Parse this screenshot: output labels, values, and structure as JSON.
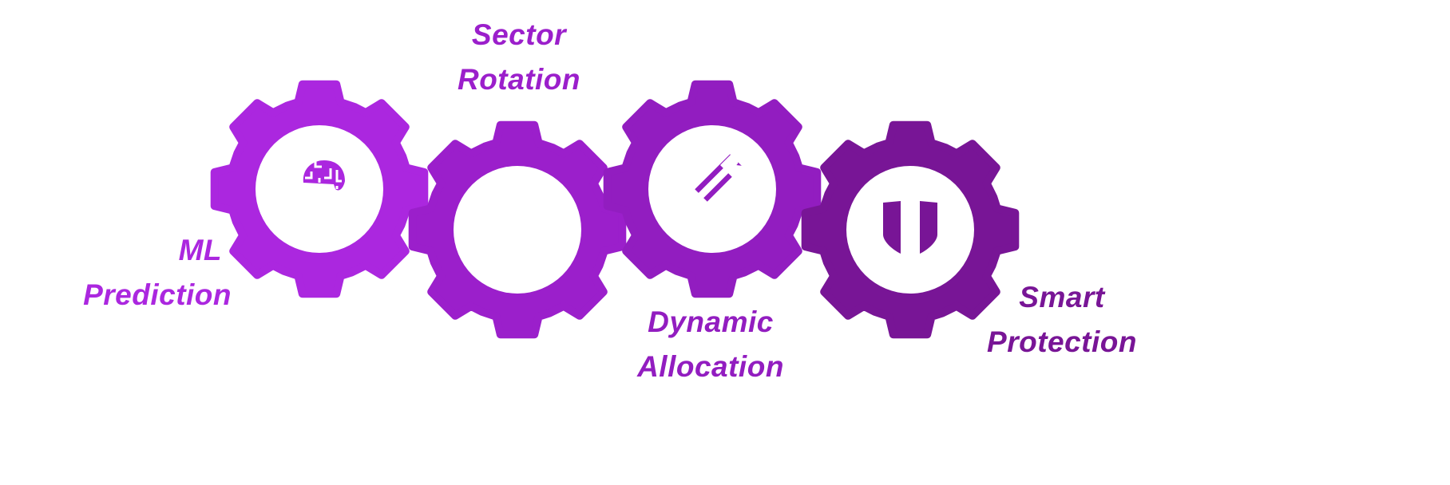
{
  "title": "Strategy gears",
  "gears": [
    {
      "id": "ml",
      "icon": "brain-head-icon",
      "color": "#ab27df",
      "label_lines": [
        "ML",
        "Prediction"
      ]
    },
    {
      "id": "sector",
      "icon": "rotate-arrows-icon",
      "color": "#9b1fcb",
      "label_lines": [
        "Sector",
        "Rotation"
      ]
    },
    {
      "id": "dynamic",
      "icon": "target-arrow-icon",
      "color": "#921dc0",
      "label_lines": [
        "Dynamic",
        "Allocation"
      ]
    },
    {
      "id": "smart",
      "icon": "shield-icon",
      "color": "#781596",
      "label_lines": [
        "Smart",
        "Protection"
      ]
    }
  ]
}
